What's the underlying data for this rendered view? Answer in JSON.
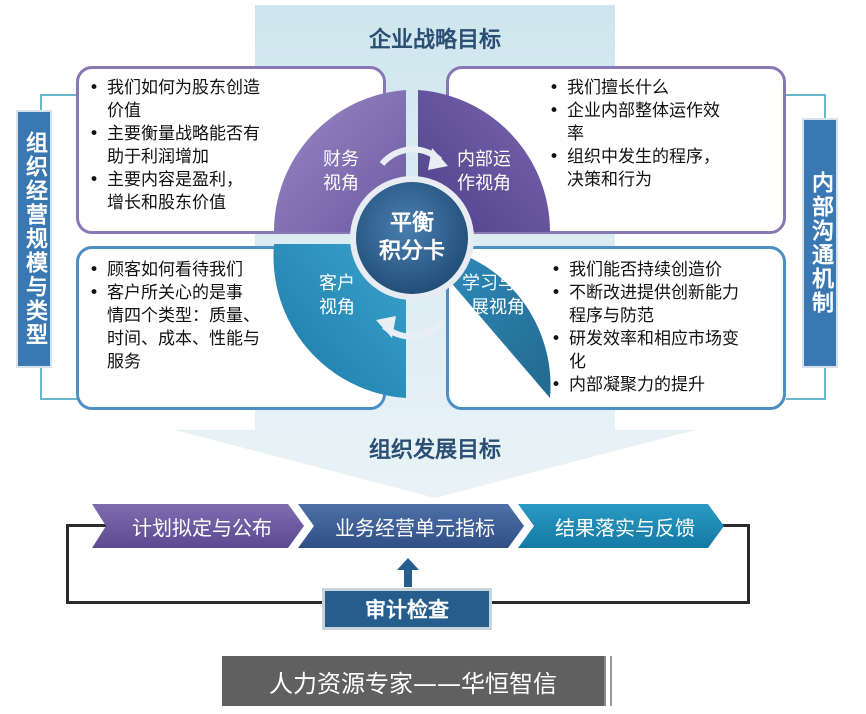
{
  "top_title": "企业战略目标",
  "bottom_title": "组织发展目标",
  "left_vertical": "组织经营规模与类型",
  "right_vertical": "内部沟通机制",
  "center": {
    "line1": "平衡",
    "line2": "积分卡"
  },
  "quadrants": {
    "finance": {
      "line1": "财务",
      "line2": "视角"
    },
    "internal": {
      "line1": "内部运",
      "line2": "作视角"
    },
    "customer": {
      "line1": "客户",
      "line2": "视角"
    },
    "learning": {
      "line1": "学习与发",
      "line2": "展视角"
    }
  },
  "boxes": {
    "top_left": [
      {
        "l1": "我们如何为股东创造",
        "l2": "价值"
      },
      {
        "l1": "主要衡量战略能否有",
        "l2": "助于利润增加"
      },
      {
        "l1": "主要内容是盈利，",
        "l2": "增长和股东价值"
      }
    ],
    "top_right": [
      {
        "l1": "我们擅长什么",
        "l2": ""
      },
      {
        "l1": "企业内部整体运作效",
        "l2": "率"
      },
      {
        "l1": "组织中发生的程序，",
        "l2": "决策和行为"
      }
    ],
    "bottom_left": [
      {
        "l1": "顾客如何看待我们",
        "l2": "",
        "l3": "",
        "l4": ""
      },
      {
        "l1": "客户所关心的是事",
        "l2": "情四个类型：质量、",
        "l3": "时间、成本、性能与",
        "l4": "服务"
      }
    ],
    "bottom_right": [
      {
        "l1": "我们能否持续创造价",
        "l2": ""
      },
      {
        "l1": "不断改进提供创新能力",
        "l2": "程序与防范"
      },
      {
        "l1": "研发效率和相应市场变",
        "l2": "化"
      },
      {
        "l1": "内部凝聚力的提升",
        "l2": ""
      }
    ]
  },
  "process": {
    "step1": "计划拟定与公布",
    "step2": "业务经营单元指标",
    "step3": "结果落实与反馈",
    "audit": "审计检查"
  },
  "footer": "人力资源专家——华恒智信",
  "colors": {
    "purple": "#7e6aad",
    "blue": "#2f8fc0",
    "navy": "#255e8c",
    "light_blue": "#d6eaf1"
  }
}
